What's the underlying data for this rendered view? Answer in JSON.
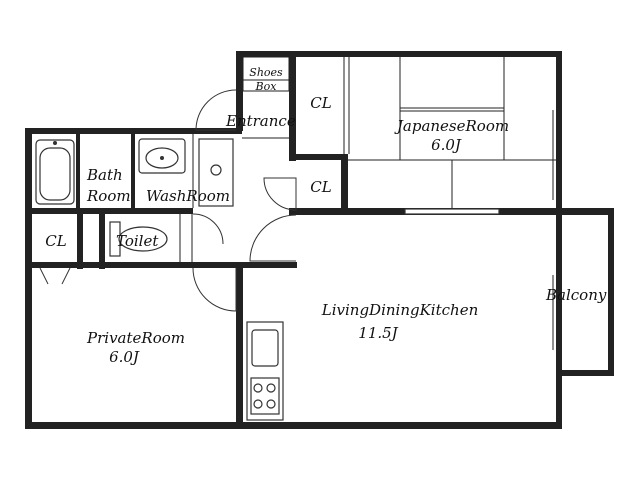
{
  "plan": {
    "colors": {
      "wall": "#222222",
      "line": "#333333",
      "background": "#ffffff"
    },
    "rooms": {
      "shoes_box_1": "Shoes",
      "shoes_box_2": "Box",
      "entrance": "Entrance",
      "closet_top": "CL",
      "japanese_room": "JapaneseRoom",
      "japanese_room_size": "6.0J",
      "bath_1": "Bath",
      "bath_2": "Room",
      "wash_room": "WashRoom",
      "closet_middle": "CL",
      "closet_left": "CL",
      "toilet": "Toilet",
      "ldk": "LivingDiningKitchen",
      "ldk_size": "11.5J",
      "private_room": "PrivateRoom",
      "private_room_size": "6.0J",
      "balcony": "Balcony"
    }
  }
}
